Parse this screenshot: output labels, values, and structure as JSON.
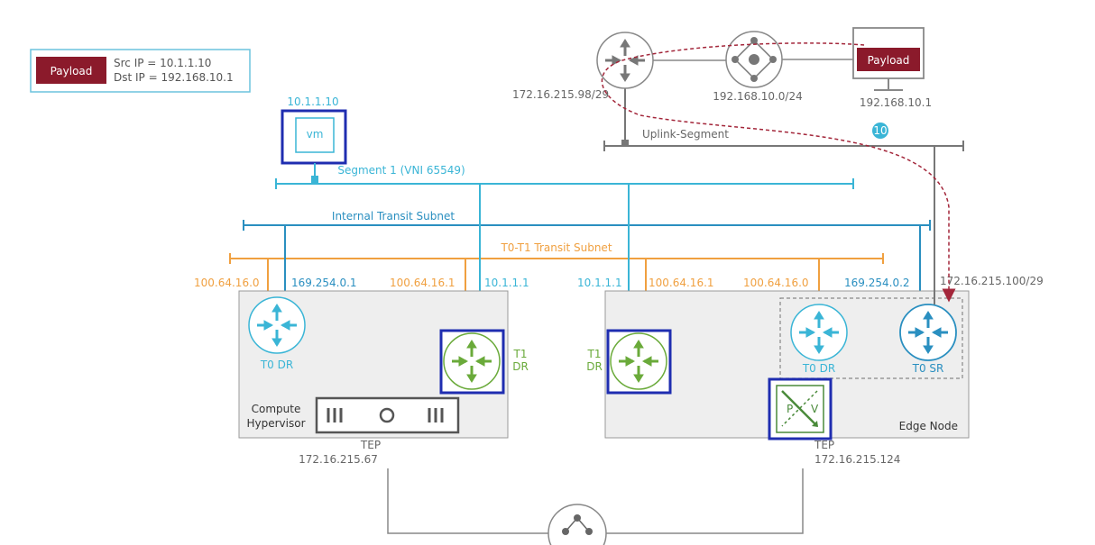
{
  "legend": {
    "payload": "Payload",
    "src": "Src IP = 10.1.1.10",
    "dst": "Dst IP = 192.168.10.1"
  },
  "vm": {
    "ip": "10.1.1.10",
    "label": "vm"
  },
  "segments": {
    "segment1": "Segment 1 (VNI 65549)",
    "internal_transit": "Internal Transit Subnet",
    "t0t1_transit": "T0-T1 Transit Subnet",
    "uplink": "Uplink-Segment"
  },
  "top": {
    "router_ip": "172.16.215.98/29",
    "network_ip": "192.168.10.0/24",
    "dest_payload": "Payload",
    "dest_ip": "192.168.10.1",
    "step": "10"
  },
  "compute": {
    "ip_t0_orange": "100.64.16.0",
    "ip_t0_blue": "169.254.0.1",
    "ip_t1_orange": "100.64.16.1",
    "ip_t1_blue": "10.1.1.1",
    "t0dr": "T0 DR",
    "t1_line1": "T1",
    "t1_line2": "DR",
    "hv_line1": "Compute",
    "hv_line2": "Hypervisor",
    "tep": "TEP",
    "tep_ip": "172.16.215.67"
  },
  "edge": {
    "ip_t1_blue": "10.1.1.1",
    "ip_t1_orange": "100.64.16.1",
    "ip_t0_orange": "100.64.16.0",
    "ip_t0_blue": "169.254.0.2",
    "ip_sr_uplink": "172.16.215.100/29",
    "t1_line1": "T1",
    "t1_line2": "DR",
    "t0dr": "T0 DR",
    "t0sr": "T0 SR",
    "pv_p": "P",
    "pv_v": "V",
    "node": "Edge Node",
    "tep": "TEP",
    "tep_ip": "172.16.215.124"
  },
  "colors": {
    "payload": "#8b1a2b",
    "segment": "#3ab5d6",
    "transit_blue": "#2a8fc0",
    "transit_orange": "#f0a040",
    "t1_green": "#6aaa3a",
    "highlight": "#1f2db0",
    "gray": "#666666",
    "dashed_red": "#a3263a"
  }
}
